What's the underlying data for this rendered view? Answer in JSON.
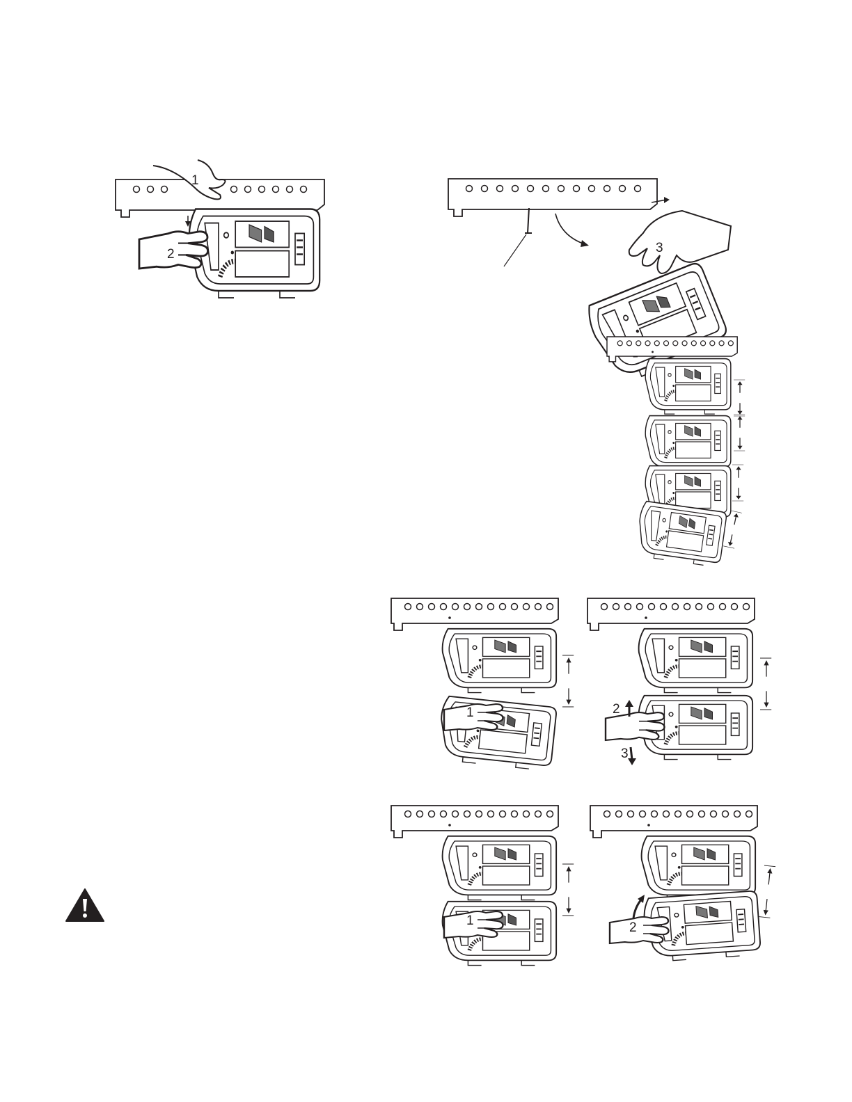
{
  "figure_top_left": {
    "step_labels": [
      "1",
      "2"
    ]
  },
  "figure_top_right": {
    "step_labels": [
      "3"
    ]
  },
  "figure_array": {
    "box_count": 4
  },
  "figure_mid_left": {
    "step_labels": [
      "1"
    ]
  },
  "figure_mid_right": {
    "step_labels": [
      "2",
      "3"
    ]
  },
  "figure_bottom_left": {
    "step_labels": [
      "1"
    ]
  },
  "figure_bottom_right": {
    "step_labels": [
      "2"
    ]
  },
  "warning": {
    "icon": "warning-triangle-icon",
    "color": "#231f20"
  }
}
